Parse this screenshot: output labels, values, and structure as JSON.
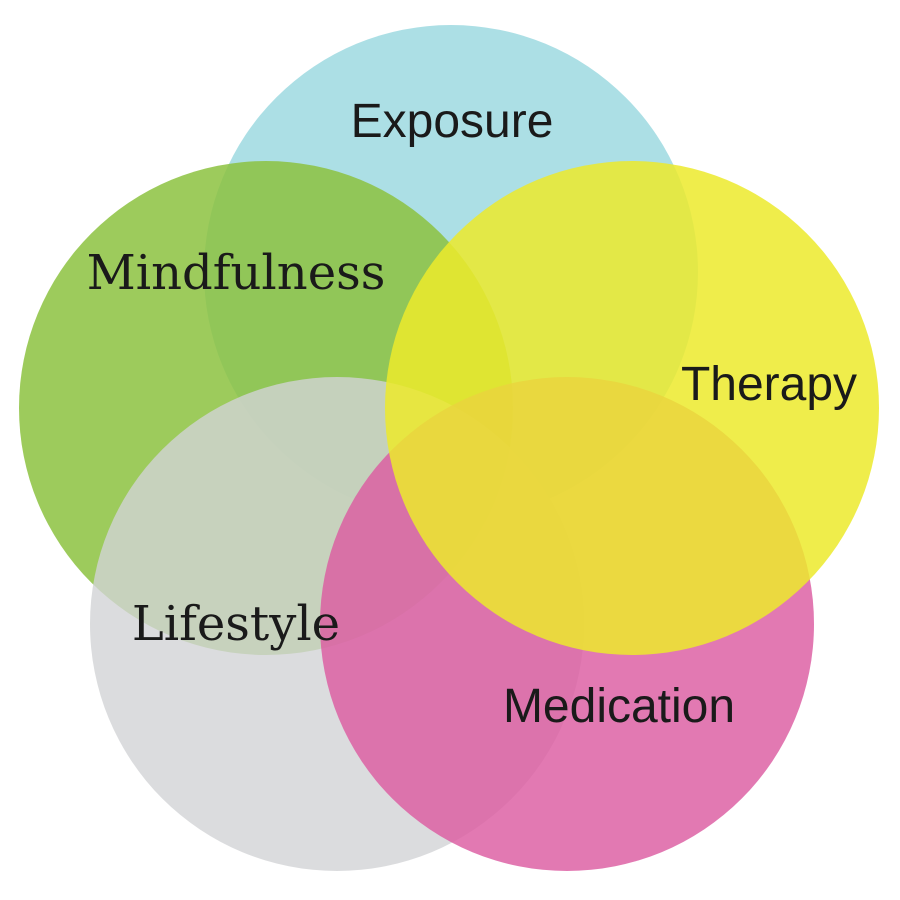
{
  "diagram": {
    "type": "venn",
    "sets": [
      {
        "id": "exposure",
        "label": "Exposure",
        "color": "#a8dde4"
      },
      {
        "id": "mindfulness",
        "label": "Mindfulness",
        "color": "#8cc23f"
      },
      {
        "id": "lifestyle",
        "label": "Lifestyle",
        "color": "#d2d3d6"
      },
      {
        "id": "medication",
        "label": "Medication",
        "color": "#dc5ba1"
      },
      {
        "id": "therapy",
        "label": "Therapy",
        "color": "#ecea2c"
      }
    ]
  }
}
